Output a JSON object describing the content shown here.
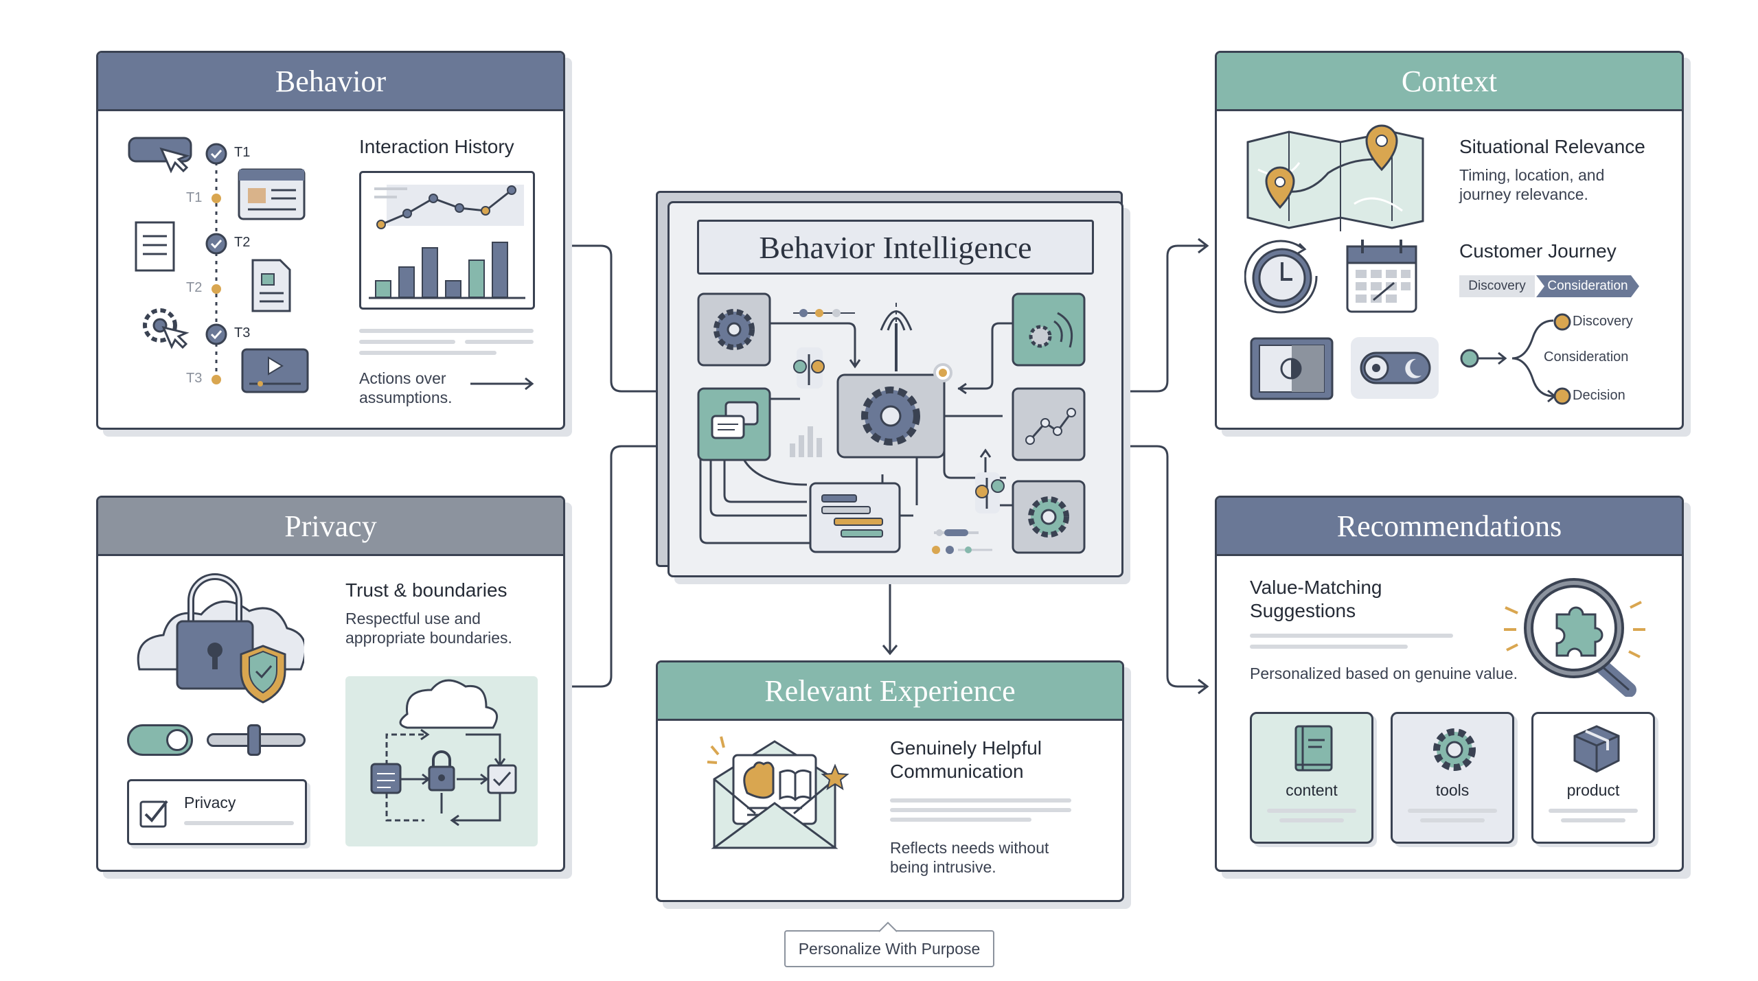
{
  "colors": {
    "outline": "#3a4252",
    "slate": "#6a7896",
    "teal": "#86b8ac",
    "grey": "#8c939e",
    "accent_gold": "#d9a650",
    "light_teal": "#dcebe6",
    "light_slate": "#e7eaf0"
  },
  "behavior": {
    "title": "Behavior",
    "timeline": [
      "T1",
      "T1",
      "T2",
      "T2",
      "T3",
      "T3"
    ],
    "history_title": "Interaction History",
    "caption": "Actions over assumptions."
  },
  "privacy": {
    "title": "Privacy",
    "heading": "Trust & boundaries",
    "text": "Respectful use and appropriate boundaries.",
    "checkbox_label": "Privacy"
  },
  "center": {
    "title": "Behavior Intelligence"
  },
  "context": {
    "title": "Context",
    "situational_title": "Situational Relevance",
    "situational_text": "Timing, location, and journey relevance.",
    "journey_title": "Customer Journey",
    "journey_stages": [
      "Discovery",
      "Consideration"
    ],
    "branches": [
      "Discovery",
      "Consideration",
      "Decision"
    ]
  },
  "recommendations": {
    "title": "Recommendations",
    "heading": "Value-Matching Suggestions",
    "text": "Personalized based on genuine value.",
    "cards": [
      {
        "label": "content",
        "icon": "book-icon"
      },
      {
        "label": "tools",
        "icon": "gear-icon"
      },
      {
        "label": "product",
        "icon": "box-icon"
      }
    ]
  },
  "experience": {
    "title": "Relevant Experience",
    "heading": "Genuinely Helpful Communication",
    "text": "Reflects needs without being intrusive."
  },
  "footer": {
    "tag": "Personalize With Purpose"
  }
}
